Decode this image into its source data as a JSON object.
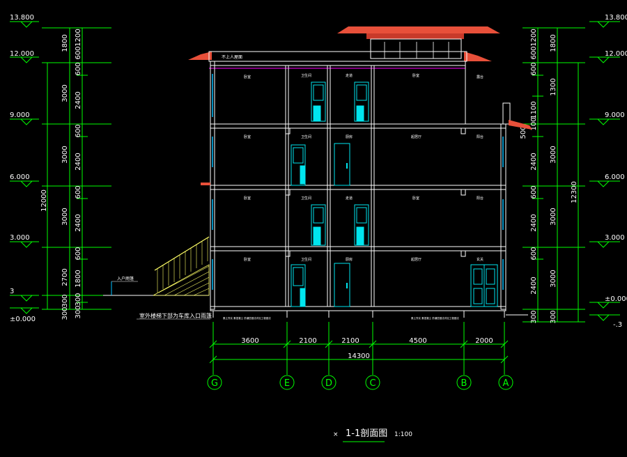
{
  "title": "1-1剖面图",
  "title_prefix": "×",
  "scale": "1:100",
  "left_levels": [
    "13.800",
    "12.000",
    "9.000",
    "6.000",
    "3.000",
    "3",
    "±0.000"
  ],
  "right_levels": [
    "13.800",
    "12.000",
    "9.000",
    "6.000",
    "3.000",
    "±0.000",
    "-.3"
  ],
  "left_total": "12000",
  "left_outer": [
    "1800",
    "3000",
    "3000",
    "3000",
    "2700",
    "300",
    "300"
  ],
  "left_inner": [
    "1200",
    "600",
    "600",
    "2400",
    "600",
    "2400",
    "600",
    "2400",
    "600",
    "1800",
    "300",
    "300"
  ],
  "right_total": "12300",
  "right_outer": [
    "1800",
    "1300",
    "3000",
    "3000",
    "3000",
    "300"
  ],
  "right_inner": [
    "1200",
    "600",
    "600",
    "1100",
    "100",
    "2400",
    "600",
    "2400",
    "600",
    "2400",
    "300"
  ],
  "right_extra": "500",
  "bottom_dims": [
    "3600",
    "2100",
    "2100",
    "4500",
    "2000"
  ],
  "bottom_total": "14300",
  "axes": [
    "G",
    "E",
    "D",
    "C",
    "B",
    "A"
  ],
  "rooms": {
    "f4": [
      "卧室",
      "卫生间",
      "走道",
      "卧室",
      "露台"
    ],
    "f3": [
      "卧室",
      "卫生间",
      "厨房",
      "起居厅",
      "阳台"
    ],
    "f2": [
      "卧室",
      "卫生间",
      "走道",
      "卧室",
      "阳台"
    ],
    "f1": [
      "卧室",
      "卫生间",
      "厨房",
      "起居厅",
      "玄关"
    ],
    "roof_label": "不上人屋面"
  },
  "notes": {
    "entrance": "入户雨篷",
    "basement": "室外楼梯下部为车库入口雨篷",
    "slab_left": "素土夯实 素混凝土 防潮层做法详见工程做法",
    "slab_right": "素土夯实 素混凝土 防潮层做法详见工程做法"
  },
  "colors": {
    "structure": "#ffffff",
    "dims": "#00ff00",
    "roof": "#e8503a",
    "stair": "#ffff66",
    "door": "#00e5ee",
    "window": "#00bfff",
    "magenta": "#ff00ff"
  }
}
